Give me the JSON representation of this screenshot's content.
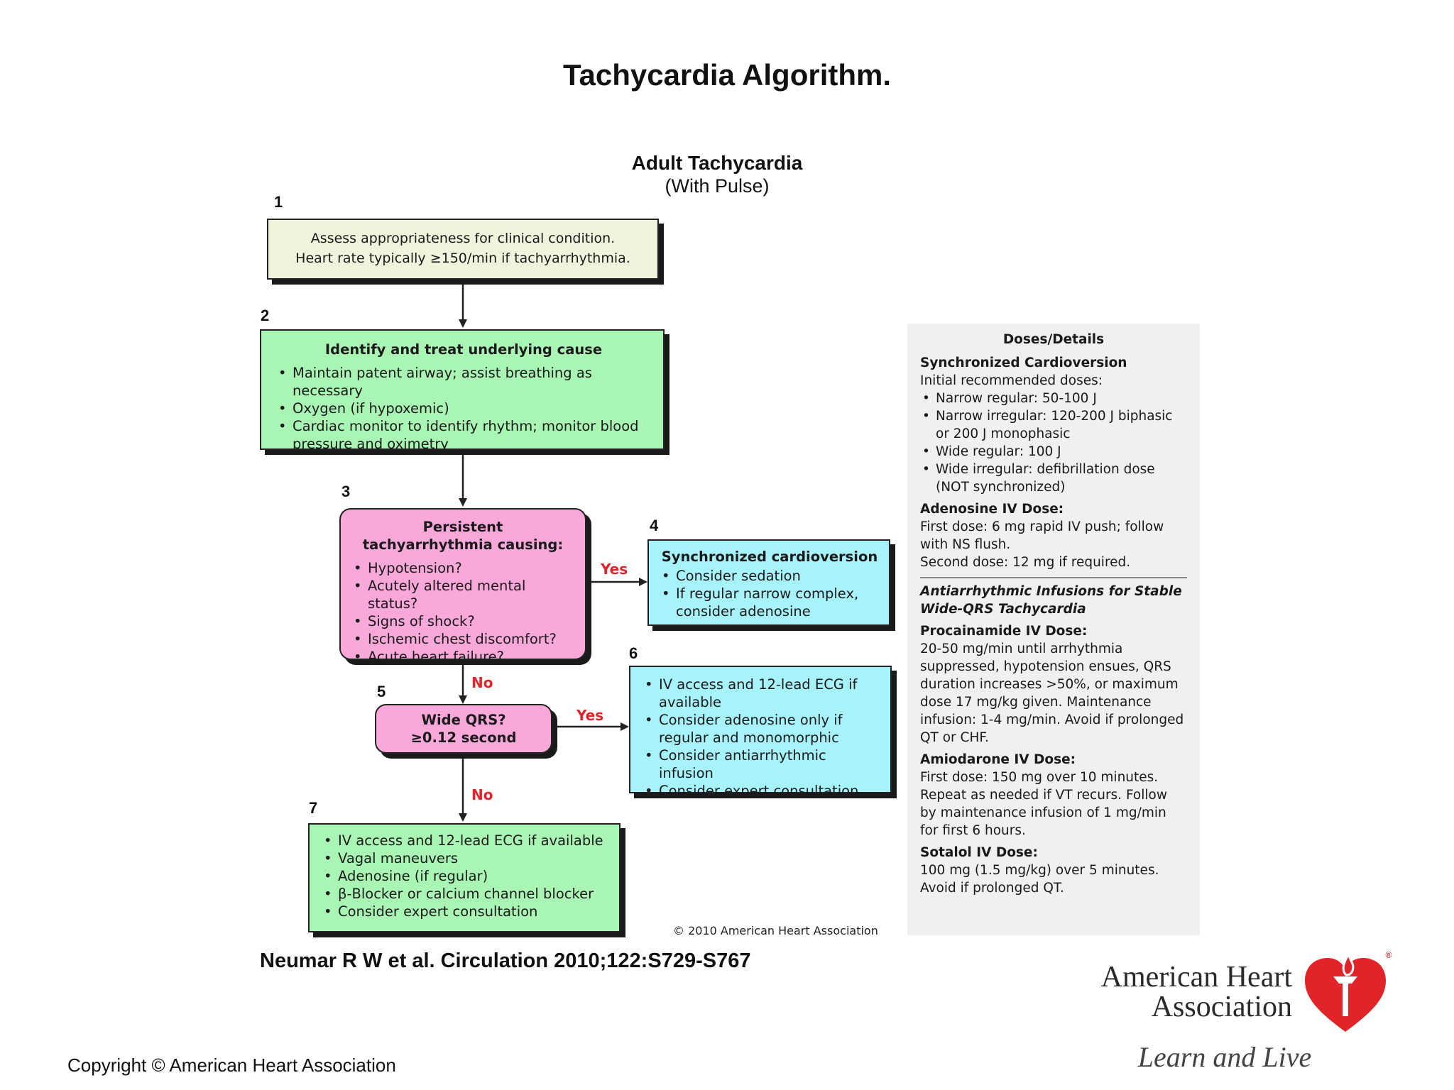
{
  "slide_title": "Tachycardia Algorithm.",
  "flow_title": "Adult Tachycardia",
  "flow_subtitle": "(With Pulse)",
  "steps": {
    "s1": {
      "num": "1",
      "lines": [
        "Assess appropriateness for clinical condition.",
        "Heart rate typically ≥150/min if tachyarrhythmia."
      ]
    },
    "s2": {
      "num": "2",
      "head": "Identify and treat underlying cause",
      "items": [
        "Maintain patent airway; assist breathing as necessary",
        "Oxygen (if hypoxemic)",
        "Cardiac monitor to identify rhythm; monitor blood pressure and oximetry"
      ]
    },
    "s3": {
      "num": "3",
      "head": "Persistent tachyarrhythmia causing:",
      "items": [
        "Hypotension?",
        "Acutely altered mental status?",
        "Signs of shock?",
        "Ischemic chest discomfort?",
        "Acute heart failure?"
      ]
    },
    "s4": {
      "num": "4",
      "head": "Synchronized cardioversion",
      "items": [
        "Consider sedation",
        "If regular narrow complex, consider adenosine"
      ]
    },
    "s5": {
      "num": "5",
      "head_line1": "Wide QRS?",
      "head_line2": "≥0.12 second"
    },
    "s6": {
      "num": "6",
      "items": [
        "IV access and 12-lead ECG if available",
        "Consider adenosine only if regular and monomorphic",
        "Consider antiarrhythmic infusion",
        "Consider expert consultation"
      ]
    },
    "s7": {
      "num": "7",
      "items": [
        "IV access and 12-lead ECG if available",
        "Vagal maneuvers",
        "Adenosine (if regular)",
        "β-Blocker or calcium channel blocker",
        "Consider expert consultation"
      ]
    }
  },
  "labels": {
    "yes": "Yes",
    "no": "No"
  },
  "doses": {
    "title": "Doses/Details",
    "sync_head": "Synchronized Cardioversion",
    "sync_intro": "Initial recommended doses:",
    "sync_items": [
      "Narrow regular: 50-100 J",
      "Narrow irregular: 120-200 J biphasic or 200 J monophasic",
      "Wide regular: 100 J",
      "Wide irregular: defibrillation dose (NOT synchronized)"
    ],
    "adenosine_head": "Adenosine IV Dose:",
    "adenosine_text1": "First dose: 6 mg rapid IV push; follow with NS flush.",
    "adenosine_text2": "Second dose: 12 mg if required.",
    "antiarr_head": "Antiarrhythmic Infusions for Stable Wide-QRS Tachycardia",
    "procainamide_head": "Procainamide IV Dose:",
    "procainamide_text": "20-50 mg/min until arrhythmia suppressed, hypotension ensues, QRS duration increases >50%, or maximum dose 17 mg/kg given. Maintenance infusion: 1-4 mg/min. Avoid if prolonged QT or CHF.",
    "amiodarone_head": "Amiodarone IV Dose:",
    "amiodarone_text": "First dose: 150 mg over 10 minutes. Repeat as needed if VT recurs. Follow by maintenance infusion of 1 mg/min for first 6 hours.",
    "sotalol_head": "Sotalol IV Dose:",
    "sotalol_text": "100 mg (1.5 mg/kg) over 5 minutes. Avoid if prolonged QT."
  },
  "aha_copyright": "© 2010 American Heart Association",
  "citation": "Neumar R W et al. Circulation 2010;122:S729-S767",
  "copyright": "Copyright © American Heart Association",
  "logo": {
    "line1": "American Heart",
    "line2": "Association",
    "tagline": "Learn and Live",
    "registered": "®"
  },
  "colors": {
    "green": "#a9f5b4",
    "pink": "#f9a8d9",
    "cyan": "#a7f3fb",
    "cream": "#eef5dc",
    "red": "#e0242a"
  }
}
